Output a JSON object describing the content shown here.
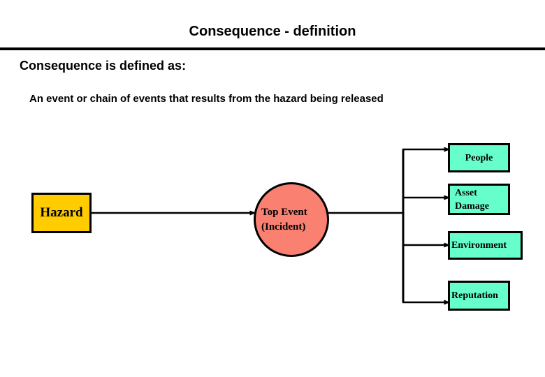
{
  "slide": {
    "title": "Consequence - definition",
    "lead": "Consequence is defined as:",
    "definition": "An event or chain of events that results from the hazard being released"
  },
  "diagram": {
    "type": "bowtie-consequence-fan",
    "source": {
      "label": "Hazard",
      "shape": "rectangle",
      "fill": "#FFCC00",
      "stroke": "#000000"
    },
    "center": {
      "line1": "Top Event",
      "line2": "(Incident)",
      "shape": "ellipse",
      "fill": "#FA8072",
      "stroke": "#000000"
    },
    "consequences": [
      {
        "label": "People",
        "line1": "People",
        "line2": "",
        "fill": "#66FFCC",
        "stroke": "#000000"
      },
      {
        "label": "Asset Damage",
        "line1": "Asset",
        "line2": "Damage",
        "fill": "#66FFCC",
        "stroke": "#000000"
      },
      {
        "label": "Environment",
        "line1": "Environment",
        "line2": "",
        "fill": "#66FFCC",
        "stroke": "#000000"
      },
      {
        "label": "Reputation",
        "line1": "Reputation",
        "line2": "",
        "fill": "#66FFCC",
        "stroke": "#000000"
      }
    ],
    "connector_color": "#000000"
  }
}
